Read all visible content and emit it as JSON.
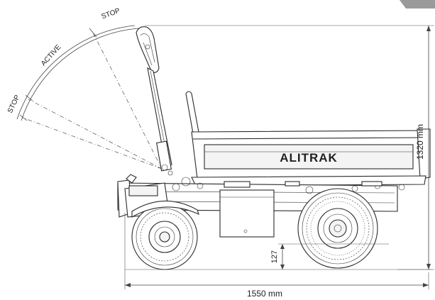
{
  "diagram": {
    "type": "technical-side-view",
    "angle_labels": [
      "STOP",
      "ACTIVE",
      "STOP"
    ],
    "brand_text": "ALITRAK",
    "dimensions": {
      "length": "1550 mm",
      "height": "1320 mm",
      "ground_clearance": "127"
    },
    "colors": {
      "line": "#2b2b2b",
      "dimension": "#444444",
      "corner_tab": "#9a9a9a"
    }
  }
}
